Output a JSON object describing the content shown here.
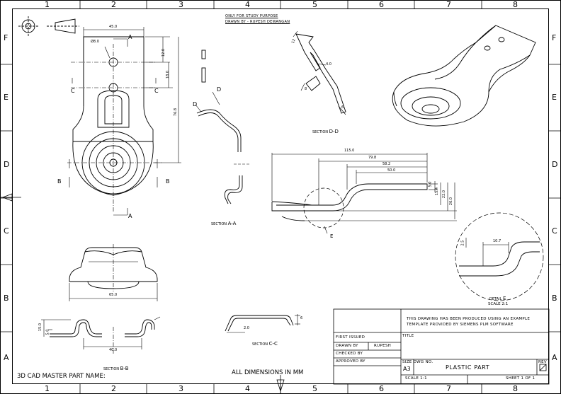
{
  "border": {
    "columns": [
      "1",
      "2",
      "3",
      "4",
      "5",
      "6",
      "7",
      "8"
    ],
    "rows": [
      "F",
      "E",
      "D",
      "C",
      "B",
      "A"
    ]
  },
  "header_note": {
    "line1": "ONLY FOR STUDY PURPOSE",
    "line2": "DRAWN BY  -  RUPESH DEWANGAN"
  },
  "views": {
    "section_dd": {
      "label": "SECTION",
      "id": "D-D"
    },
    "section_aa": {
      "label": "SECTION",
      "id": "A-A"
    },
    "section_bb": {
      "label": "SECTION",
      "id": "B-B"
    },
    "section_cc": {
      "label": "SECTION",
      "id": "C-C"
    },
    "detail_e": {
      "label": "DETAIL",
      "id": "E",
      "scale": "SCALE 2:1"
    }
  },
  "cut_letters": {
    "a": "A",
    "b": "B",
    "c": "C",
    "d": "D",
    "e": "E"
  },
  "dimensions": {
    "top_width": "45.0",
    "hole_dia": "Ø8.0",
    "d_12": "12.0",
    "d_18": "18.0",
    "d_76": "76.8",
    "d_115": "115.0",
    "d_79": "79.8",
    "d_58": "58.2",
    "d_50": "50.0",
    "d_15": "15.4",
    "d_22": "22.0",
    "d_26": "26.0",
    "d_5": "5.0",
    "d_4": "4.0",
    "d_10_7": "10.7",
    "d_2_5": "2.5",
    "d_65": "65.0",
    "d_40": "40.0",
    "d_15_b": "15.0",
    "d_2": "2.0",
    "d_12b": "12",
    "d_8": "8",
    "d_6": "6"
  },
  "footer": {
    "part_name": "3D CAD MASTER PART NAME:",
    "all_dims": "ALL DIMENSIONS IN MM"
  },
  "title_block": {
    "note_line1": "THIS DRAWING HAS BEEN PRODUCED USING AN EXAMPLE",
    "note_line2": "TEMPLATE PROVIDED BY SIEMENS PLM SOFTWARE",
    "first_issued": "FIRST ISSUED",
    "drawn_by": "DRAWN BY",
    "drawn_by_value": "RUPESH",
    "checked_by": "CHECKED BY",
    "approved_by": "APPROVED BY",
    "title_label": "TITLE",
    "size_label": "SIZE",
    "dwg_no_label": "DWG NO.",
    "rev_label": "REV",
    "size_value": "A3",
    "title_value": "PLASTIC PART",
    "scale": "SCALE 1:1",
    "sheet": "SHEET 1 OF 1"
  }
}
